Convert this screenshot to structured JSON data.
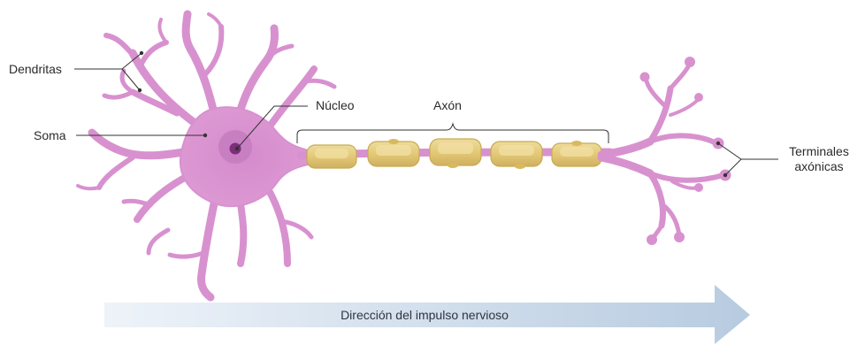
{
  "labels": {
    "dendritas": "Dendritas",
    "soma": "Soma",
    "nucleo": "Núcleo",
    "axon": "Axón",
    "terminales_line1": "Terminales",
    "terminales_line2": "axónicas"
  },
  "arrow": {
    "text": "Dirección del impulso nervioso"
  },
  "colors": {
    "neuron_fill": "#d891cf",
    "neuron_stroke": "#b86cae",
    "soma_inner": "#c77fc0",
    "nucleus": "#7a2d78",
    "myelin_fill": "#e6cf86",
    "myelin_stroke": "#b89a45",
    "arrow_start": "#edf2f8",
    "arrow_end": "#b9cde0",
    "leader_line": "#333333"
  }
}
